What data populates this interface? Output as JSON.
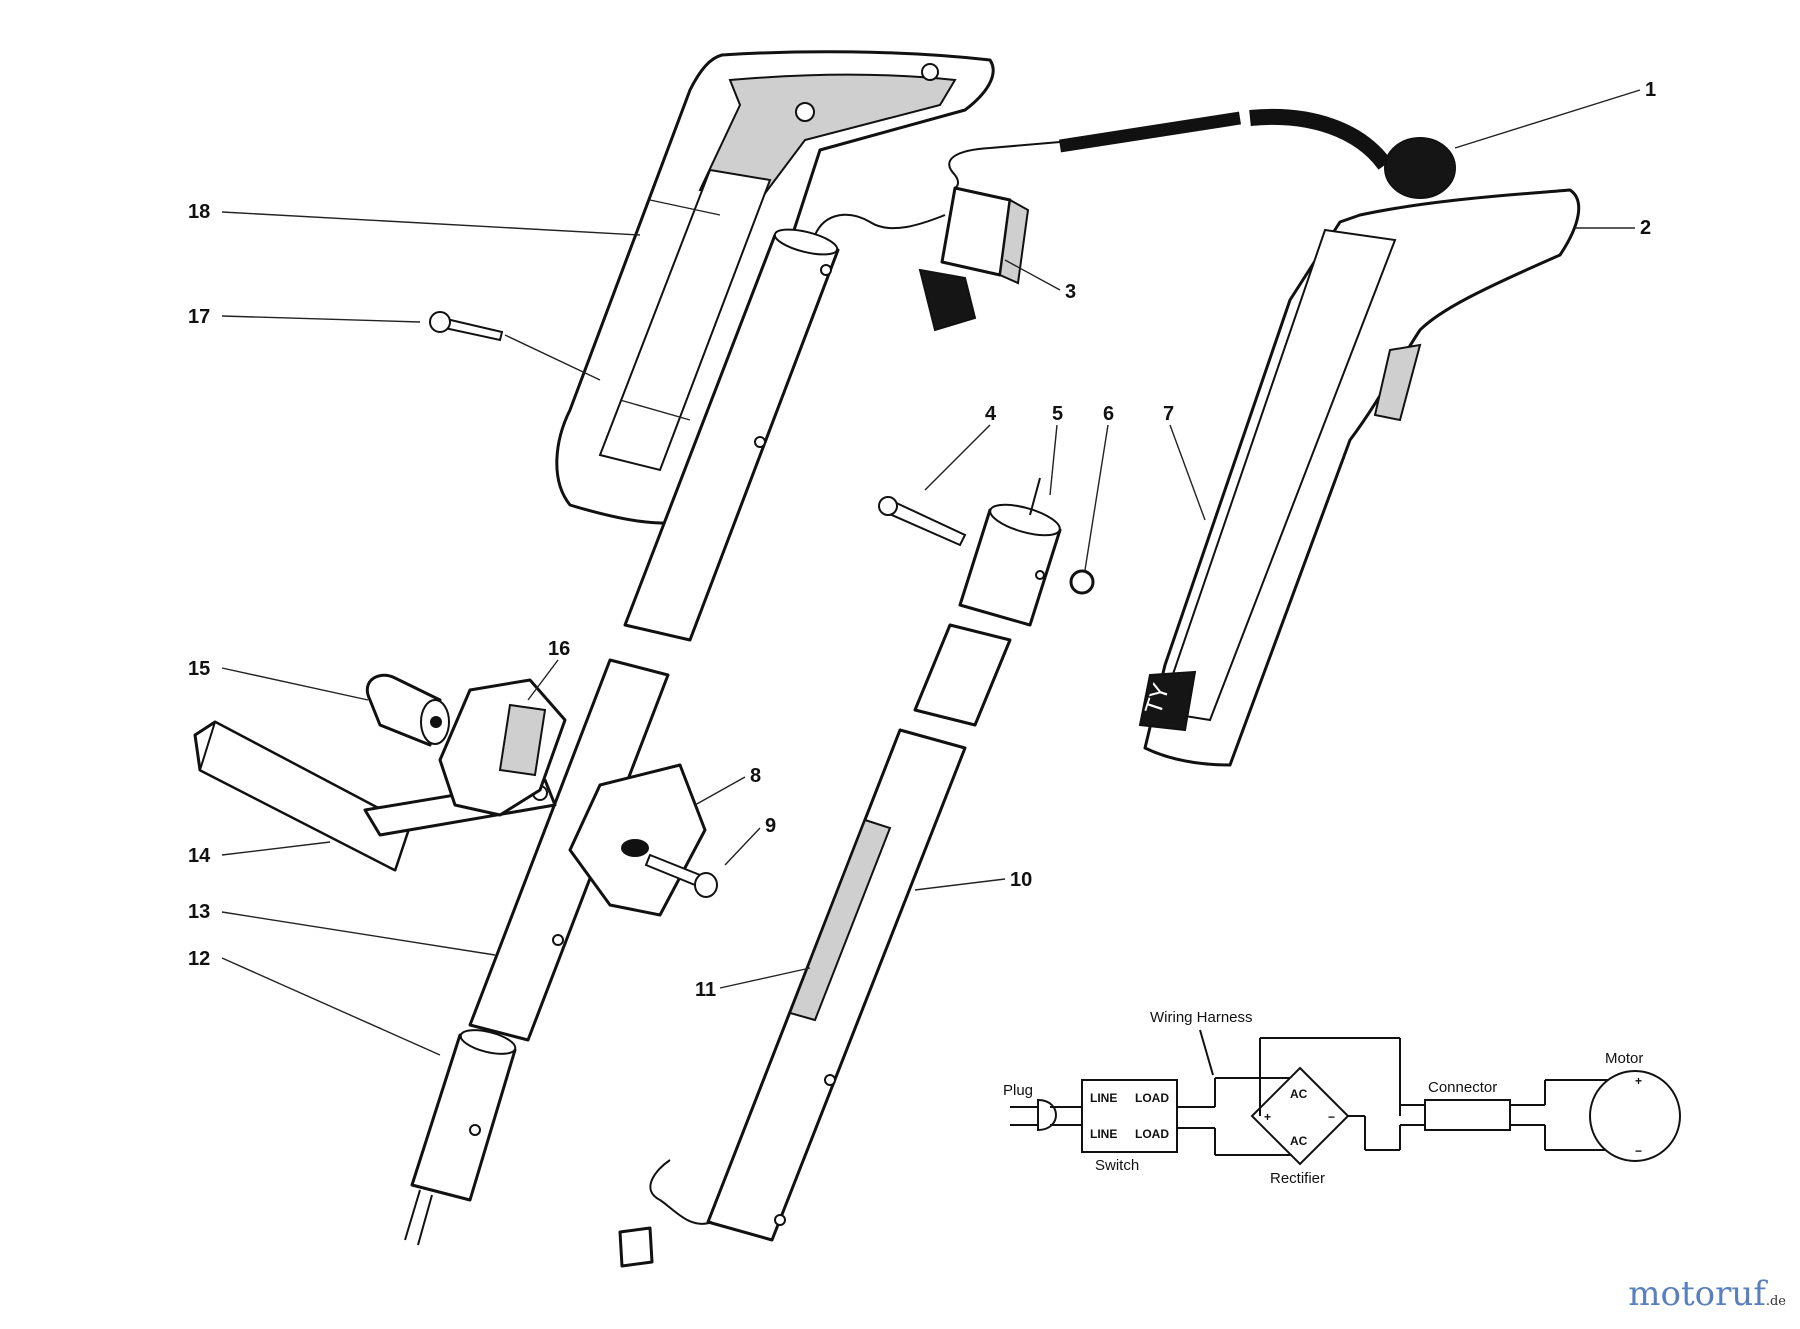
{
  "callouts": {
    "c1": "1",
    "c2": "2",
    "c3": "3",
    "c4": "4",
    "c5": "5",
    "c6": "6",
    "c7": "7",
    "c8": "8",
    "c9": "9",
    "c10": "10",
    "c11": "11",
    "c12": "12",
    "c13": "13",
    "c14": "14",
    "c15": "15",
    "c16": "16",
    "c17": "17",
    "c18": "18"
  },
  "schematic": {
    "plug": "Plug",
    "wiring_harness": "Wiring Harness",
    "line_top": "LINE",
    "line_bottom": "LINE",
    "load_top": "LOAD",
    "load_bottom": "LOAD",
    "switch": "Switch",
    "ac_top": "AC",
    "ac_bottom": "AC",
    "plus": "+",
    "minus": "−",
    "rectifier": "Rectifier",
    "connector": "Connector",
    "motor": "Motor",
    "motor_plus": "+",
    "motor_minus": "−"
  },
  "handle_mark": "TY",
  "watermark": {
    "main": "motoruf",
    "tld": ".de"
  },
  "colors": {
    "ink": "#111111",
    "watermark": "#5a7fc0"
  }
}
